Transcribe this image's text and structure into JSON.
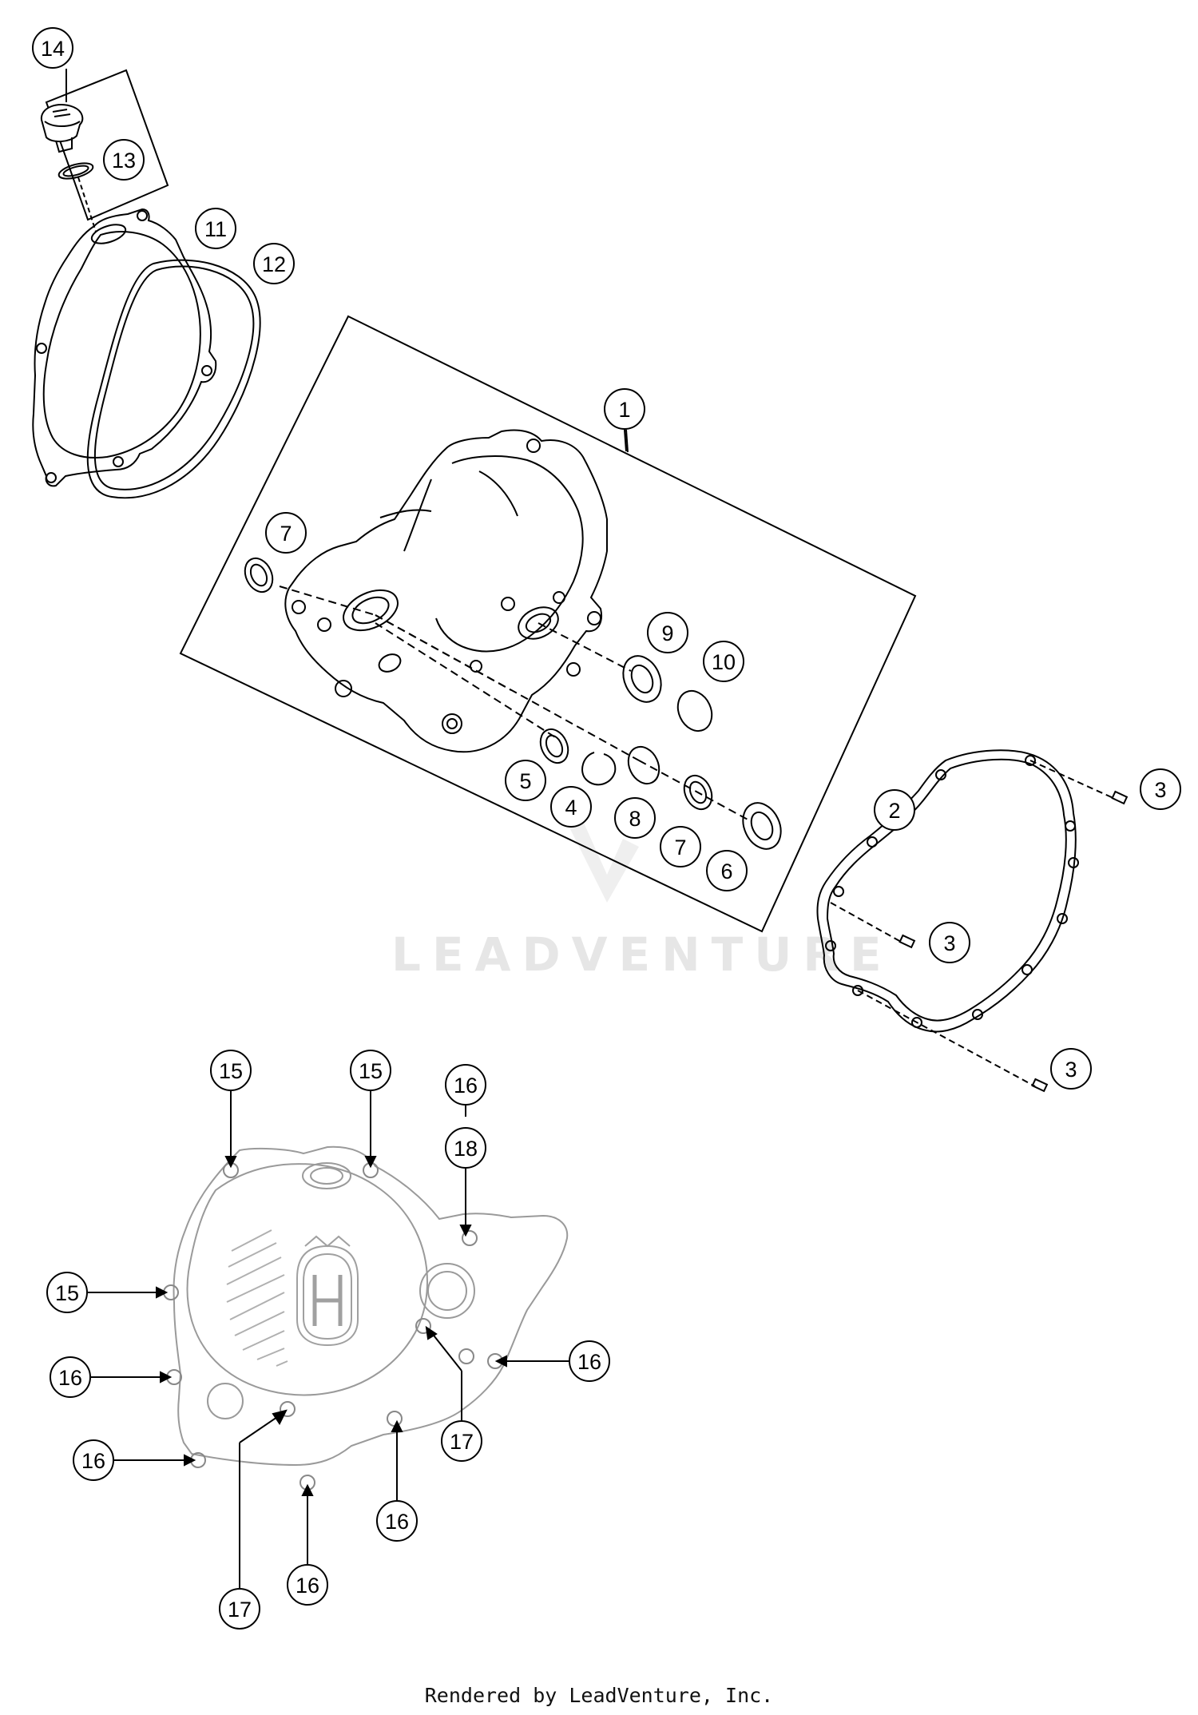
{
  "callouts": {
    "c1": "1",
    "c2": "2",
    "c3a": "3",
    "c3b": "3",
    "c3c": "3",
    "c4": "4",
    "c5": "5",
    "c6": "6",
    "c7a": "7",
    "c7b": "7",
    "c8": "8",
    "c9": "9",
    "c10": "10",
    "c11": "11",
    "c12": "12",
    "c13": "13",
    "c14": "14",
    "c15a": "15",
    "c15b": "15",
    "c15c": "15",
    "c16a": "16",
    "c16b": "16",
    "c16c": "16",
    "c16d": "16",
    "c16e": "16",
    "c16f": "16",
    "c17a": "17",
    "c17b": "17",
    "c18": "18"
  },
  "watermark": "LEADVENTURE",
  "footer": "Rendered by LeadVenture, Inc."
}
